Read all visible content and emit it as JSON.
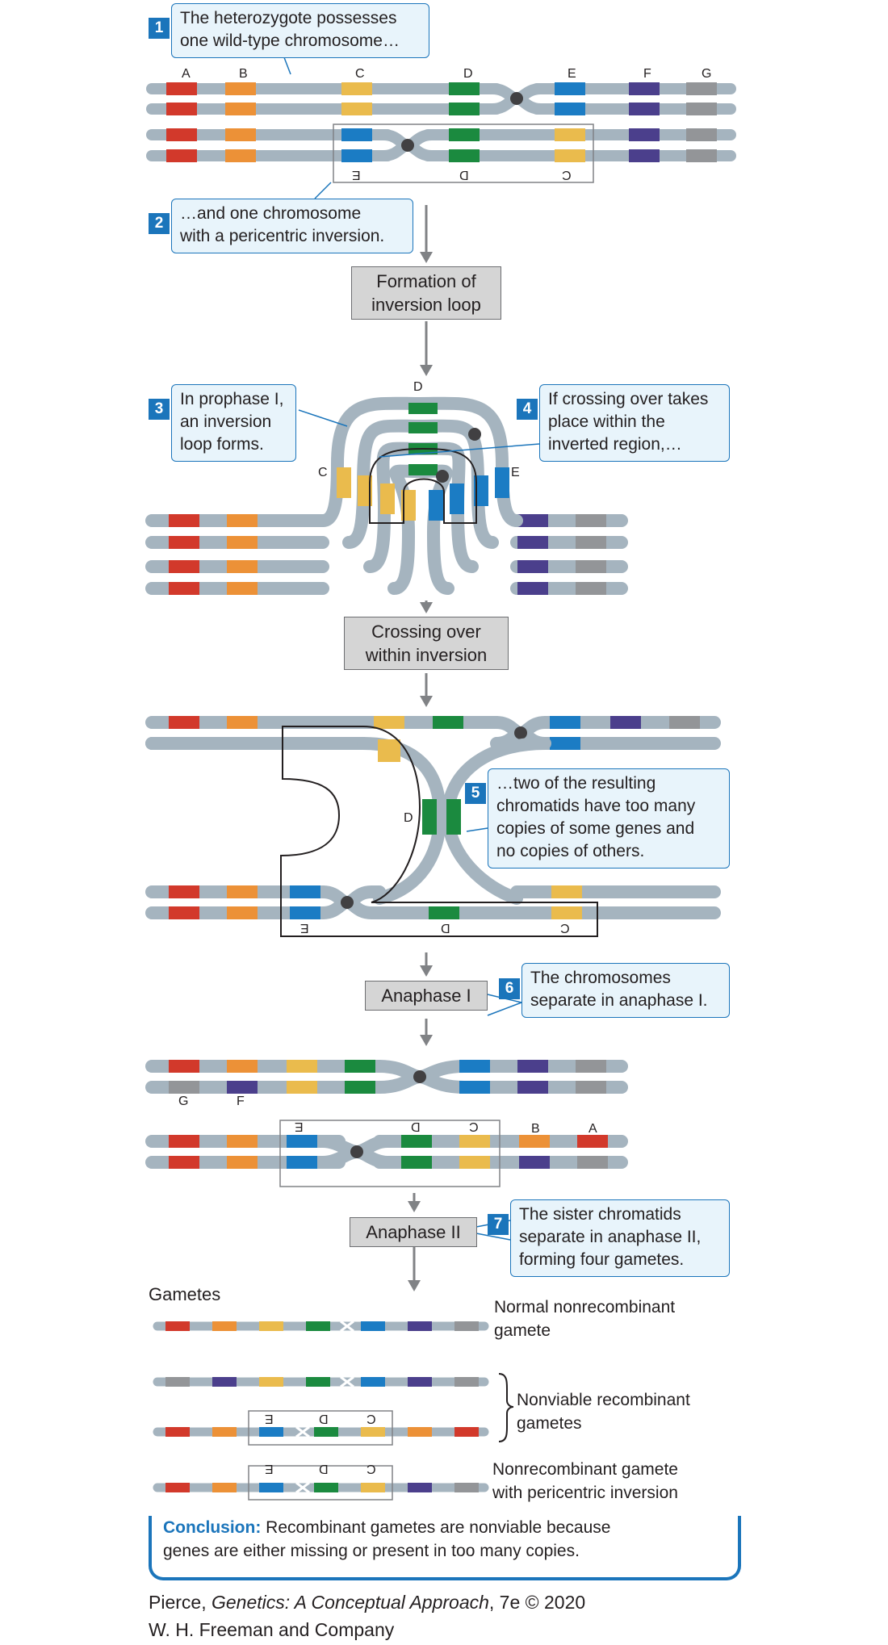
{
  "callouts": [
    {
      "num": "1",
      "lines": [
        "The heterozygote possesses",
        "one wild-type chromosome…"
      ]
    },
    {
      "num": "2",
      "lines": [
        "…and one chromosome",
        "with a pericentric inversion."
      ]
    },
    {
      "num": "3",
      "lines": [
        "In prophase I,",
        "an inversion",
        "loop forms."
      ]
    },
    {
      "num": "4",
      "lines": [
        "If crossing over takes",
        "place within the",
        "inverted region,…"
      ]
    },
    {
      "num": "5",
      "lines": [
        "…two of the resulting",
        "chromatids have too many",
        "copies of some genes and",
        "no copies of others."
      ]
    },
    {
      "num": "6",
      "lines": [
        "The chromosomes",
        "separate in anaphase I."
      ]
    },
    {
      "num": "7",
      "lines": [
        "The sister chromatids",
        "separate in anaphase II,",
        "forming four gametes."
      ]
    }
  ],
  "steps": [
    {
      "lines": [
        "Formation of",
        "inversion loop"
      ]
    },
    {
      "lines": [
        "Crossing over",
        "within inversion"
      ]
    },
    {
      "lines": [
        "Anaphase I"
      ]
    },
    {
      "lines": [
        "Anaphase II"
      ]
    }
  ],
  "genes": [
    "A",
    "B",
    "C",
    "D",
    "E",
    "F",
    "G"
  ],
  "colors": {
    "A": "#d2392b",
    "B": "#ec9137",
    "C": "#eabb4d",
    "D": "#1b8a3f",
    "E": "#1b7cc4",
    "F": "#4b3f8c",
    "G": "#939598",
    "chromosome": "#a5b4bf",
    "centromere": "#414042",
    "callout_border": "#1b75bb",
    "callout_fill": "#e8f4fb",
    "step_fill": "#d5d5d5"
  },
  "gametes_title": "Gametes",
  "gamete_labels": [
    {
      "lines": [
        "Normal nonrecombinant",
        "gamete"
      ]
    },
    {
      "lines": [
        "Nonviable recombinant",
        "gametes"
      ]
    },
    {
      "lines": [
        "Nonrecombinant gamete",
        "with pericentric inversion"
      ]
    }
  ],
  "conclusion": {
    "label": "Conclusion:",
    "text_1": "Recombinant gametes are nonviable because",
    "text_2": "genes are either missing or present in too many copies."
  },
  "credit": {
    "author": "Pierce, ",
    "title": "Genetics: A Conceptual Approach",
    "edition": ", 7e © 2020",
    "publisher": "W. H. Freeman and Company"
  }
}
